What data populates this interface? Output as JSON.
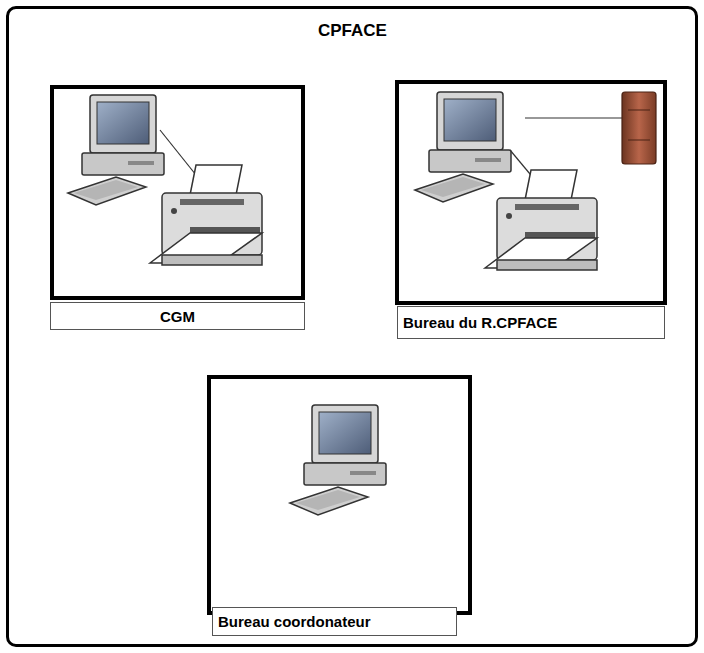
{
  "diagram": {
    "nodes": [
      {
        "text": [
          "CPFACE"
        ]
      },
      {
        "text": [
          "CGM"
        ],
        "in": 0
      },
      {
        "text": [
          "Bureau du R.CPFACE"
        ],
        "in": 0
      },
      {
        "text": [
          "Bureau coordonateur"
        ],
        "in": 0
      }
    ]
  }
}
